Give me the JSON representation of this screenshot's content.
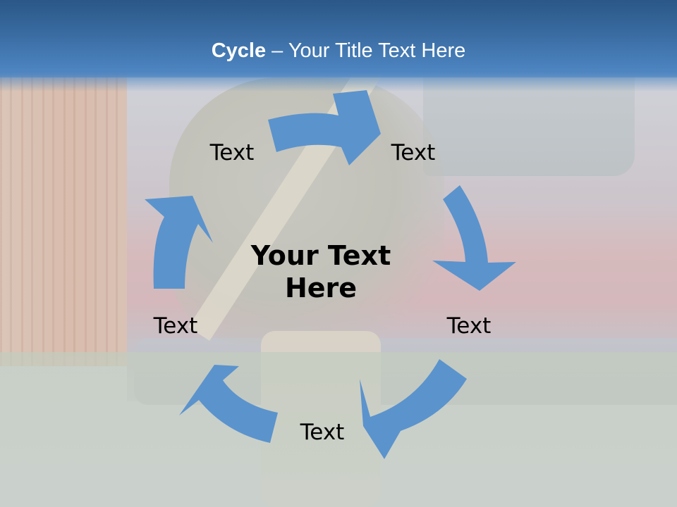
{
  "slide": {
    "title_bold": "Cycle",
    "title_rest": " – Your Title Text Here",
    "colors": {
      "title_bar": "#3a6ca2",
      "arrow": "#5b93cd",
      "text": "#000000",
      "title_text": "#ffffff"
    }
  },
  "diagram": {
    "type": "cycle",
    "center": {
      "line1": "Your Text",
      "line2": "Here"
    },
    "nodes": [
      {
        "position": "top-left",
        "label": "Text"
      },
      {
        "position": "top-right",
        "label": "Text"
      },
      {
        "position": "right",
        "label": "Text"
      },
      {
        "position": "bottom",
        "label": "Text"
      },
      {
        "position": "left",
        "label": "Text"
      }
    ],
    "arrow_count": 5,
    "arrow_direction": "clockwise"
  }
}
